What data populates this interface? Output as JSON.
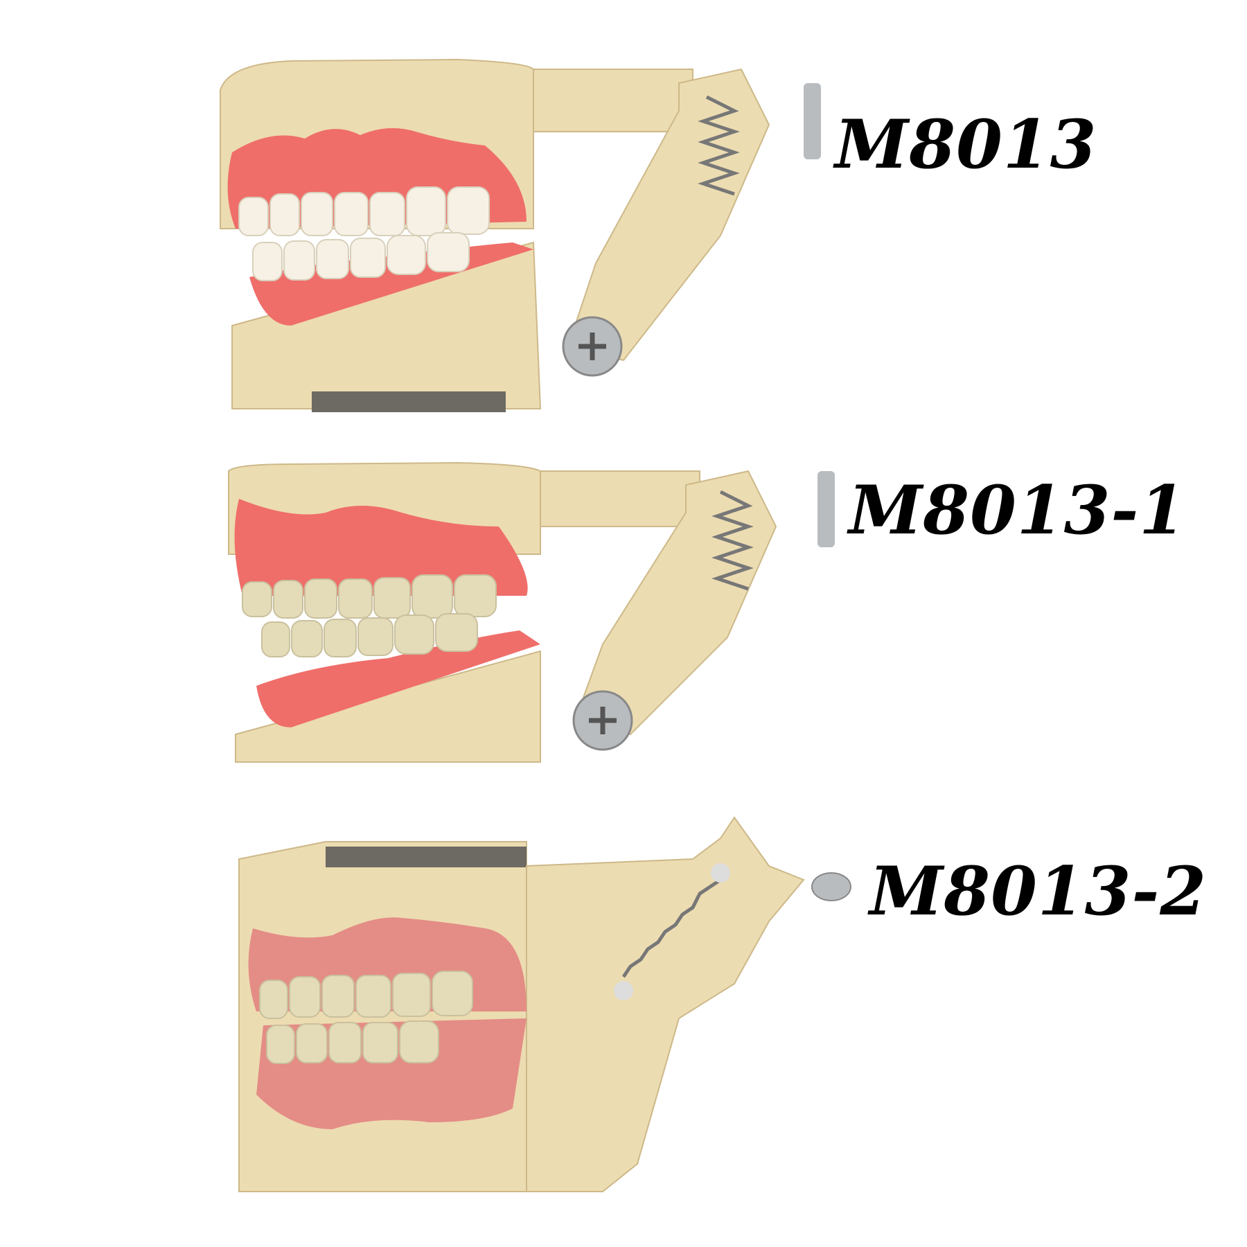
{
  "colors": {
    "background": "#ffffff",
    "base": "#ecdcb1",
    "base_shade": "#d9c592",
    "gum_bright": "#ef6e6a",
    "gum_soft": "#e48c86",
    "tooth_white": "#f6f1e4",
    "tooth_ivory": "#e4dcb8",
    "metal": "#b9bcbf",
    "label": "#000000"
  },
  "models": [
    {
      "id": "m1",
      "label": "M8013",
      "gum_color": "#ef6e6a",
      "tooth_color": "#f6f1e4"
    },
    {
      "id": "m2",
      "label": "M8013-1",
      "gum_color": "#ef6e6a",
      "tooth_color": "#e4dcb8"
    },
    {
      "id": "m3",
      "label": "M8013-2",
      "gum_color": "#e48c86",
      "tooth_color": "#e4dcb8"
    }
  ]
}
